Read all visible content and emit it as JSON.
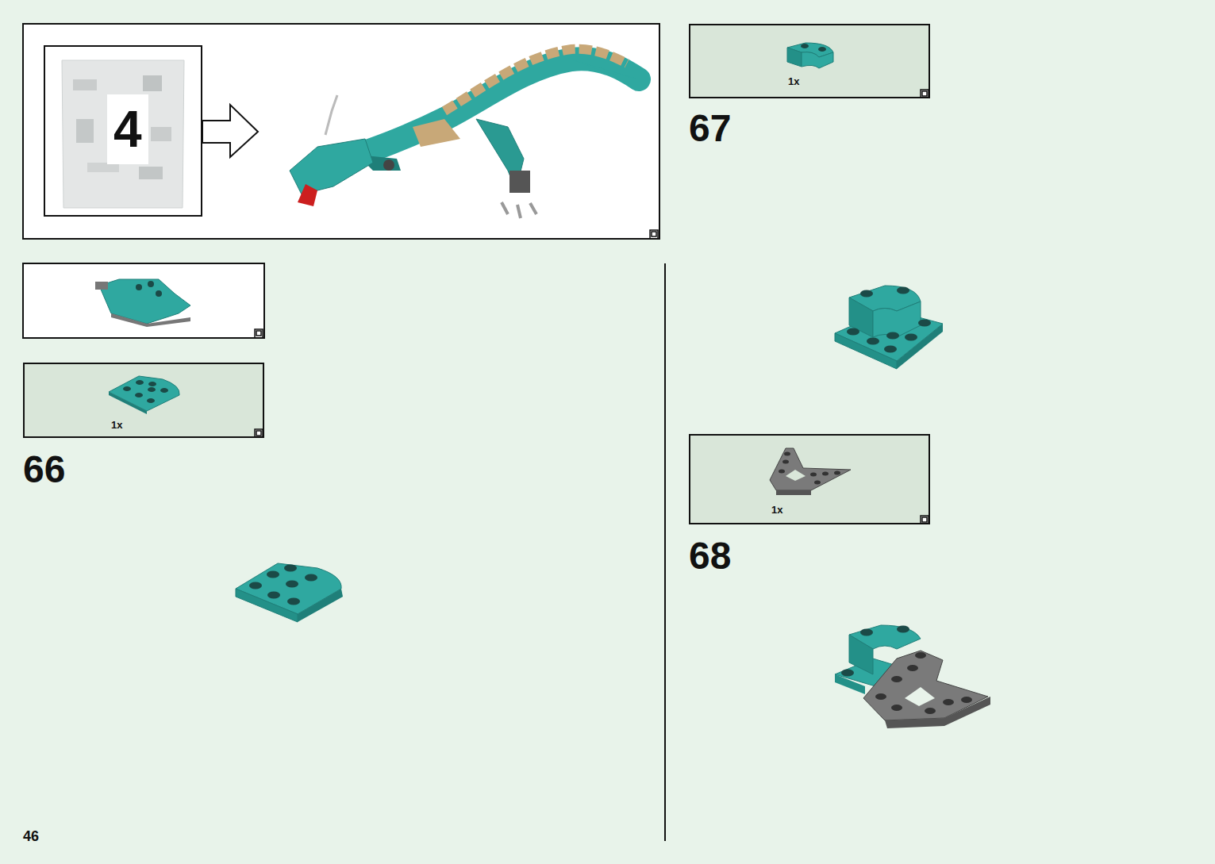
{
  "diagram": {
    "nodes": [
      {
        "text": [
          "4"
        ]
      },
      {
        "text": [
          "1x"
        ]
      },
      {
        "text": [
          "1x"
        ]
      },
      {
        "text": [
          "1x"
        ]
      }
    ],
    "labels": [
      "67",
      "66",
      "68",
      "46"
    ]
  }
}
